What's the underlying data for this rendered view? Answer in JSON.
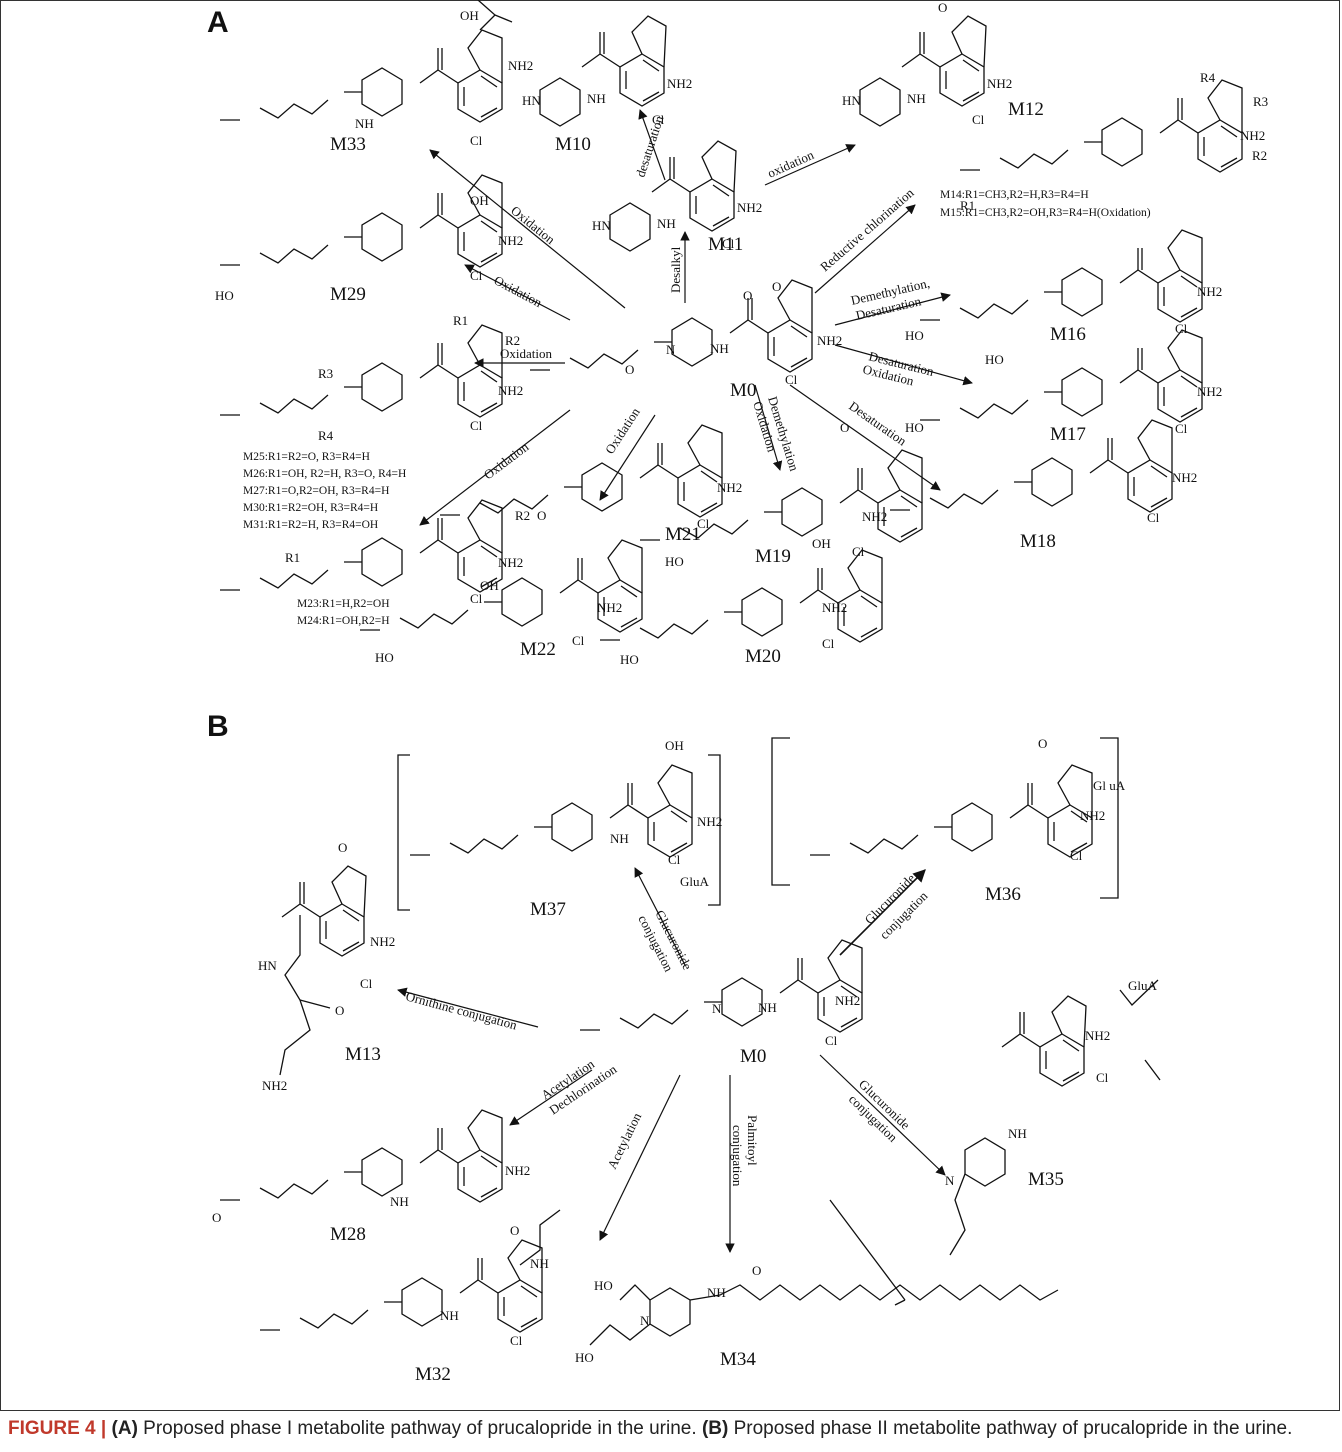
{
  "panels": {
    "a": "A",
    "b": "B"
  },
  "caption": {
    "figure_label": "FIGURE 4 |",
    "a_letter": "(A)",
    "a_text": " Proposed phase I metabolite pathway of prucalopride in the urine. ",
    "b_letter": "(B)",
    "b_text": " Proposed phase II metabolite pathway of prucalopride in the urine."
  },
  "panel_a": {
    "center": "M0",
    "nodes": [
      {
        "id": "M10",
        "label": "M10"
      },
      {
        "id": "M11",
        "label": "M11"
      },
      {
        "id": "M12",
        "label": "M12"
      },
      {
        "id": "M14_15",
        "label": "",
        "notes": [
          "M14:R1=CH3,R2=H,R3=R4=H",
          "M15:R1=CH3,R2=OH,R3=R4=H(Oxidation)"
        ]
      },
      {
        "id": "M16",
        "label": "M16"
      },
      {
        "id": "M17",
        "label": "M17"
      },
      {
        "id": "M18",
        "label": "M18"
      },
      {
        "id": "M19",
        "label": "M19"
      },
      {
        "id": "M20",
        "label": "M20"
      },
      {
        "id": "M21",
        "label": "M21"
      },
      {
        "id": "M22",
        "label": "M22"
      },
      {
        "id": "M23_24",
        "label": "",
        "notes": [
          "M23:R1=H,R2=OH",
          "M24:R1=OH,R2=H"
        ]
      },
      {
        "id": "M25_31",
        "label": "",
        "notes": [
          "M25:R1=R2=O, R3=R4=H",
          "M26:R1=OH, R2=H, R3=O, R4=H",
          "M27:R1=O,R2=OH, R3=R4=H",
          "M30:R1=R2=OH, R3=R4=H",
          "M31:R1=R2=H, R3=R4=OH"
        ]
      },
      {
        "id": "M29",
        "label": "M29"
      },
      {
        "id": "M33",
        "label": "M33"
      }
    ],
    "reactions": {
      "desaturation": "desaturation",
      "oxidation_lower": "oxidation",
      "desalkyl": "Desalkyl",
      "reductive_chlorination": "Reductive chlorination",
      "demethylation_desaturation_1": "Demethylation,",
      "demethylation_desaturation_2": "Desaturation",
      "desaturation_oxidation_1": "Desaturation",
      "desaturation_oxidation_2": "Oxidation",
      "desaturation_m18": "Desaturation",
      "demethylation_oxidation_1": "Demethylation",
      "demethylation_oxidation_2": "Oxidation",
      "oxidation": "Oxidation"
    }
  },
  "panel_b": {
    "center": "M0",
    "nodes": [
      {
        "id": "M37",
        "label": "M37",
        "tag": "GluA"
      },
      {
        "id": "M36",
        "label": "M36",
        "tag": "Gl uA"
      },
      {
        "id": "M13",
        "label": "M13"
      },
      {
        "id": "M35",
        "label": "M35",
        "tag": "GluA"
      },
      {
        "id": "M28",
        "label": "M28"
      },
      {
        "id": "M32",
        "label": "M32"
      },
      {
        "id": "M34",
        "label": "M34"
      }
    ],
    "reactions": {
      "glucuronide_1": "Glucuronide",
      "glucuronide_2": "conjugation",
      "ornithine": "Ornithine conjugation",
      "acetylation": "Acetylation",
      "dechlorination": "Dechlorination",
      "palmitoyl_1": "Palmitoyl",
      "palmitoyl_2": "conjugation"
    }
  },
  "atoms": {
    "nh2": "NH2",
    "nh": "NH",
    "hn": "HN",
    "n": "N",
    "cl": "Cl",
    "o": "O",
    "oh": "OH",
    "ho": "HO",
    "r1": "R1",
    "r2": "R2",
    "r3": "R3",
    "r4": "R4"
  }
}
